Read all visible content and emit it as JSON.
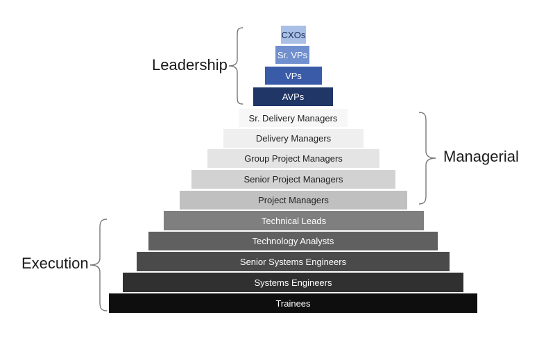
{
  "levels": [
    {
      "label": "CXOs",
      "bg": "#a9bfe5",
      "fg": "#1b2f57"
    },
    {
      "label": "Sr. VPs",
      "bg": "#6f8fcf",
      "fg": "#ffffff"
    },
    {
      "label": "VPs",
      "bg": "#3a5ba8",
      "fg": "#ffffff"
    },
    {
      "label": "AVPs",
      "bg": "#1f3666",
      "fg": "#ffffff"
    },
    {
      "label": "Sr. Delivery Managers",
      "bg": "#f7f7f7",
      "fg": "#222222"
    },
    {
      "label": "Delivery Managers",
      "bg": "#efefef",
      "fg": "#222222"
    },
    {
      "label": "Group Project Managers",
      "bg": "#e4e4e4",
      "fg": "#222222"
    },
    {
      "label": "Senior Project Managers",
      "bg": "#d2d2d2",
      "fg": "#222222"
    },
    {
      "label": "Project Managers",
      "bg": "#c0c0c0",
      "fg": "#222222"
    },
    {
      "label": "Technical Leads",
      "bg": "#7f7f7f",
      "fg": "#ffffff"
    },
    {
      "label": "Technology Analysts",
      "bg": "#606060",
      "fg": "#ffffff"
    },
    {
      "label": "Senior Systems Engineers",
      "bg": "#4a4a4a",
      "fg": "#ffffff"
    },
    {
      "label": "Systems Engineers",
      "bg": "#303030",
      "fg": "#ffffff"
    },
    {
      "label": "Trainees",
      "bg": "#0e0e0e",
      "fg": "#ffffff"
    }
  ],
  "groups": {
    "leadership": "Leadership",
    "managerial": "Managerial",
    "execution": "Execution"
  }
}
